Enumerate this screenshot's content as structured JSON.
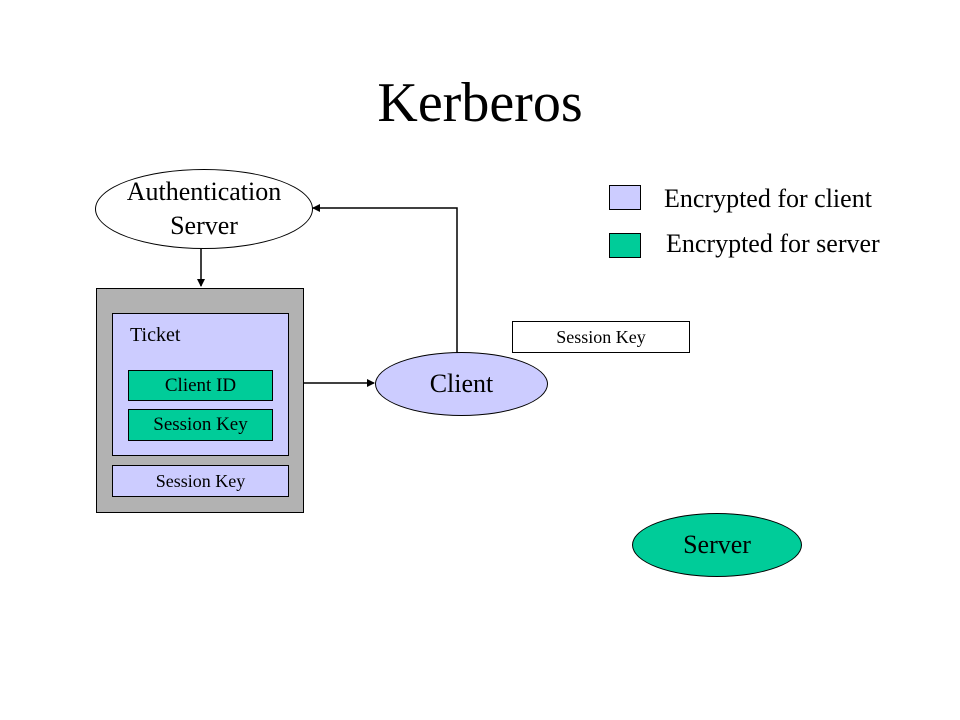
{
  "title": "Kerberos",
  "colors": {
    "client_encrypted": "#ccccff",
    "server_encrypted": "#00cc99",
    "container_gray": "#b2b2b2"
  },
  "legend": {
    "client_label": "Encrypted for client",
    "server_label": "Encrypted for server"
  },
  "nodes": {
    "auth_server_line1": "Authentication",
    "auth_server_line2": "Server",
    "client": "Client",
    "server": "Server"
  },
  "message": {
    "ticket_label": "Ticket",
    "client_id": "Client ID",
    "ticket_session_key": "Session Key",
    "outer_session_key": "Session Key"
  },
  "client_session_key": "Session Key"
}
